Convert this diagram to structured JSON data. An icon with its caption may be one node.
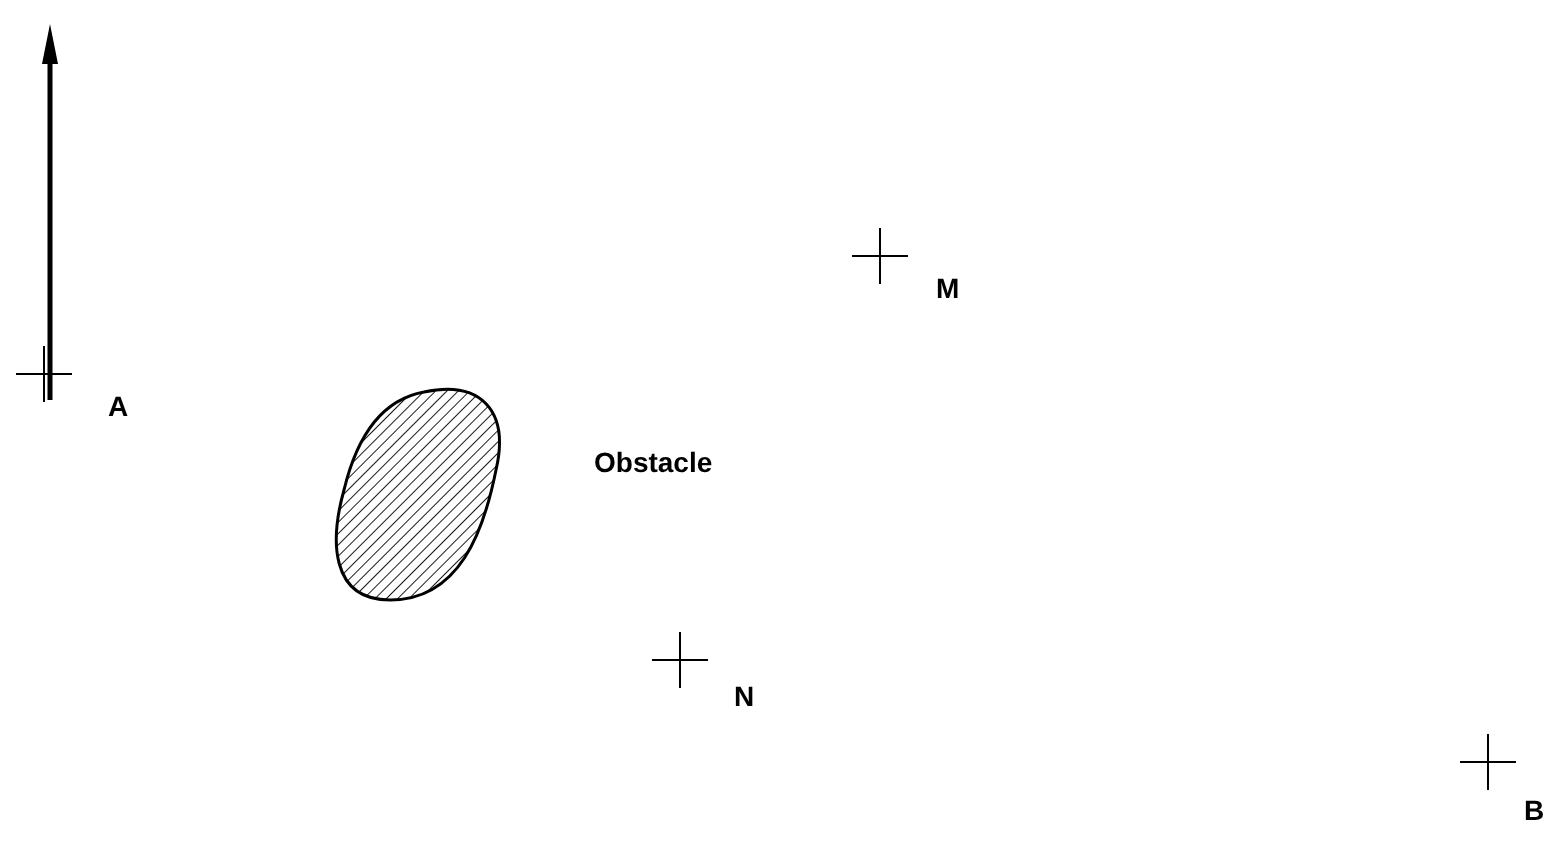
{
  "diagram": {
    "labels": [
      "A",
      "M",
      "Obstacle",
      "N",
      "B"
    ]
  }
}
